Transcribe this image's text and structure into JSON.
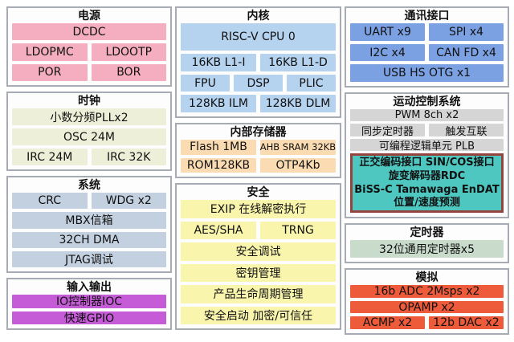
{
  "diagram": {
    "columns": [
      {
        "groups": [
          {
            "name": "power",
            "title": "电源",
            "item_bg": "#f4aebf",
            "rows": [
              {
                "cells": [
                  "DCDC"
                ]
              },
              {
                "cells": [
                  "LDOPMC",
                  "LDOOTP"
                ]
              },
              {
                "cells": [
                  "POR",
                  "BOR"
                ]
              }
            ]
          },
          {
            "name": "clock",
            "title": "时钟",
            "item_bg": "#edefd8",
            "rows": [
              {
                "cells": [
                  "小数分频PLLx2"
                ]
              },
              {
                "cells": [
                  "OSC 24M"
                ]
              },
              {
                "cells": [
                  "IRC 24M",
                  "IRC 32K"
                ]
              }
            ]
          },
          {
            "name": "system",
            "title": "系统",
            "item_bg": "#c3d0e0",
            "rows": [
              {
                "cells": [
                  "CRC",
                  "WDG x2"
                ]
              },
              {
                "cells": [
                  "MBX信箱"
                ]
              },
              {
                "cells": [
                  "32CH DMA"
                ]
              },
              {
                "cells": [
                  "JTAG调试"
                ]
              }
            ]
          },
          {
            "name": "io",
            "title": "输入输出",
            "item_bg": "#c55bd7",
            "rows": [
              {
                "cells": [
                  "IO控制器IOC"
                ]
              },
              {
                "cells": [
                  "快速GPIO"
                ]
              }
            ]
          }
        ]
      },
      {
        "groups": [
          {
            "name": "core",
            "title": "内核",
            "item_bg": "#b5d2ef",
            "rows": [
              {
                "cells": [
                  "RISC-V CPU 0"
                ],
                "tall": true
              },
              {
                "cells": [
                  "16KB L1-I",
                  "16KB L1-D"
                ]
              },
              {
                "cells": [
                  "FPU",
                  "DSP",
                  "PLIC"
                ]
              },
              {
                "cells": [
                  "128KB ILM",
                  "128KB DLM"
                ]
              }
            ]
          },
          {
            "name": "memory",
            "title": "内部存储器",
            "item_bg": "#fbdcb2",
            "rows": [
              {
                "cells": [
                  "Flash 1MB",
                  {
                    "label": "AHB SRAM 32KB",
                    "small": true
                  }
                ]
              },
              {
                "cells": [
                  "ROM128KB",
                  "OTP4Kb"
                ]
              }
            ]
          },
          {
            "name": "security",
            "title": "安全",
            "item_bg": "#f9f5ad",
            "rows": [
              {
                "cells": [
                  "EXIP 在线解密执行"
                ]
              },
              {
                "cells": [
                  "AES/SHA",
                  "TRNG"
                ]
              },
              {
                "cells": [
                  "安全调试"
                ]
              },
              {
                "cells": [
                  "密钥管理"
                ]
              },
              {
                "cells": [
                  "产品生命周期管理"
                ]
              },
              {
                "cells": [
                  "安全启动 加密/可信任"
                ]
              }
            ]
          }
        ]
      },
      {
        "groups": [
          {
            "name": "comm",
            "title": "通讯接口",
            "item_bg": "#7ba1e3",
            "rows": [
              {
                "cells": [
                  "UART x9",
                  "SPI x4"
                ]
              },
              {
                "cells": [
                  "I2C x4",
                  "CAN FD x4"
                ]
              },
              {
                "cells": [
                  "USB HS OTG x1"
                ]
              }
            ]
          },
          {
            "name": "motion",
            "title": "运动控制系统",
            "item_bg": "#d5d5d5",
            "rows": [
              {
                "cells": [
                  "PWM 8ch x2"
                ]
              },
              {
                "cells": [
                  "同步定时器",
                  "触发互联"
                ]
              },
              {
                "cells": [
                  "可编程逻辑单元 PLB"
                ]
              }
            ],
            "highlight": {
              "bg": "#4ec7c0",
              "border": "#94443c",
              "lines": [
                "正交编码接口 SIN/COS接口",
                "旋变解码器RDC",
                "BiSS-C Tamawaga EnDAT",
                "位置/速度预测"
              ]
            }
          },
          {
            "name": "timer",
            "title": "定时器",
            "item_bg": "#c9dccc",
            "rows": [
              {
                "cells": [
                  "32位通用定时器x5"
                ]
              }
            ]
          },
          {
            "name": "analog",
            "title": "模拟",
            "item_bg": "#ee5b3b",
            "rows": [
              {
                "cells": [
                  "16b ADC 2Msps x2"
                ]
              },
              {
                "cells": [
                  "OPAMP x2"
                ]
              },
              {
                "cells": [
                  "ACMP x2",
                  "12b DAC x2"
                ]
              }
            ]
          }
        ]
      }
    ]
  }
}
